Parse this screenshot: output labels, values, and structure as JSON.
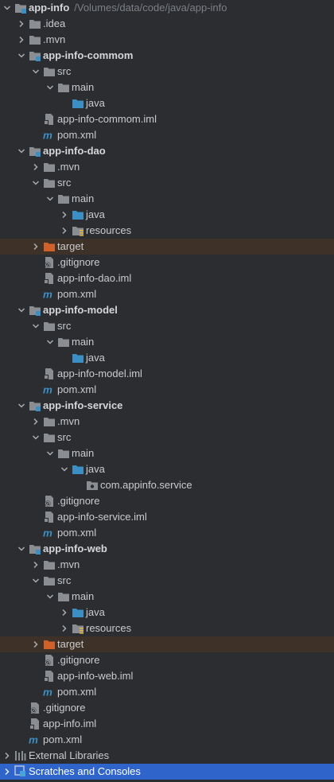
{
  "tree": [
    {
      "depth": 0,
      "arrow": "down",
      "icon": "module-folder",
      "label": "app-info",
      "path": "/Volumes/data/code/java/app-info",
      "bold": true
    },
    {
      "depth": 1,
      "arrow": "right",
      "icon": "folder",
      "label": ".idea"
    },
    {
      "depth": 1,
      "arrow": "right",
      "icon": "folder",
      "label": ".mvn"
    },
    {
      "depth": 1,
      "arrow": "down",
      "icon": "module-folder",
      "label": "app-info-commom",
      "bold": true
    },
    {
      "depth": 2,
      "arrow": "down",
      "icon": "folder",
      "label": "src"
    },
    {
      "depth": 3,
      "arrow": "down",
      "icon": "folder",
      "label": "main"
    },
    {
      "depth": 4,
      "arrow": "none",
      "icon": "source-folder",
      "label": "java"
    },
    {
      "depth": 2,
      "arrow": "none",
      "icon": "iml-file",
      "label": "app-info-commom.iml"
    },
    {
      "depth": 2,
      "arrow": "none",
      "icon": "maven-file",
      "label": "pom.xml"
    },
    {
      "depth": 1,
      "arrow": "down",
      "icon": "module-folder",
      "label": "app-info-dao",
      "bold": true
    },
    {
      "depth": 2,
      "arrow": "right",
      "icon": "folder",
      "label": ".mvn"
    },
    {
      "depth": 2,
      "arrow": "down",
      "icon": "folder",
      "label": "src"
    },
    {
      "depth": 3,
      "arrow": "down",
      "icon": "folder",
      "label": "main"
    },
    {
      "depth": 4,
      "arrow": "right",
      "icon": "source-folder",
      "label": "java"
    },
    {
      "depth": 4,
      "arrow": "right",
      "icon": "resources-folder",
      "label": "resources"
    },
    {
      "depth": 2,
      "arrow": "right",
      "icon": "excluded-folder",
      "label": "target",
      "highlight": "target"
    },
    {
      "depth": 2,
      "arrow": "none",
      "icon": "gitignore-file",
      "label": ".gitignore"
    },
    {
      "depth": 2,
      "arrow": "none",
      "icon": "iml-file",
      "label": "app-info-dao.iml"
    },
    {
      "depth": 2,
      "arrow": "none",
      "icon": "maven-file",
      "label": "pom.xml"
    },
    {
      "depth": 1,
      "arrow": "down",
      "icon": "module-folder",
      "label": "app-info-model",
      "bold": true
    },
    {
      "depth": 2,
      "arrow": "down",
      "icon": "folder",
      "label": "src"
    },
    {
      "depth": 3,
      "arrow": "down",
      "icon": "folder",
      "label": "main"
    },
    {
      "depth": 4,
      "arrow": "none",
      "icon": "source-folder",
      "label": "java"
    },
    {
      "depth": 2,
      "arrow": "none",
      "icon": "iml-file",
      "label": "app-info-model.iml"
    },
    {
      "depth": 2,
      "arrow": "none",
      "icon": "maven-file",
      "label": "pom.xml"
    },
    {
      "depth": 1,
      "arrow": "down",
      "icon": "module-folder",
      "label": "app-info-service",
      "bold": true
    },
    {
      "depth": 2,
      "arrow": "right",
      "icon": "folder",
      "label": ".mvn"
    },
    {
      "depth": 2,
      "arrow": "down",
      "icon": "folder",
      "label": "src"
    },
    {
      "depth": 3,
      "arrow": "down",
      "icon": "folder",
      "label": "main"
    },
    {
      "depth": 4,
      "arrow": "down",
      "icon": "source-folder",
      "label": "java"
    },
    {
      "depth": 5,
      "arrow": "none",
      "icon": "package-folder",
      "label": "com.appinfo.service"
    },
    {
      "depth": 2,
      "arrow": "none",
      "icon": "gitignore-file",
      "label": ".gitignore"
    },
    {
      "depth": 2,
      "arrow": "none",
      "icon": "iml-file",
      "label": "app-info-service.iml"
    },
    {
      "depth": 2,
      "arrow": "none",
      "icon": "maven-file",
      "label": "pom.xml"
    },
    {
      "depth": 1,
      "arrow": "down",
      "icon": "module-folder",
      "label": "app-info-web",
      "bold": true
    },
    {
      "depth": 2,
      "arrow": "right",
      "icon": "folder",
      "label": ".mvn"
    },
    {
      "depth": 2,
      "arrow": "down",
      "icon": "folder",
      "label": "src"
    },
    {
      "depth": 3,
      "arrow": "down",
      "icon": "folder",
      "label": "main"
    },
    {
      "depth": 4,
      "arrow": "right",
      "icon": "source-folder",
      "label": "java"
    },
    {
      "depth": 4,
      "arrow": "right",
      "icon": "resources-folder",
      "label": "resources"
    },
    {
      "depth": 2,
      "arrow": "right",
      "icon": "excluded-folder",
      "label": "target",
      "highlight": "target"
    },
    {
      "depth": 2,
      "arrow": "none",
      "icon": "gitignore-file",
      "label": ".gitignore"
    },
    {
      "depth": 2,
      "arrow": "none",
      "icon": "iml-file",
      "label": "app-info-web.iml"
    },
    {
      "depth": 2,
      "arrow": "none",
      "icon": "maven-file",
      "label": "pom.xml"
    },
    {
      "depth": 1,
      "arrow": "none",
      "icon": "gitignore-file",
      "label": ".gitignore"
    },
    {
      "depth": 1,
      "arrow": "none",
      "icon": "iml-file",
      "label": "app-info.iml"
    },
    {
      "depth": 1,
      "arrow": "none",
      "icon": "maven-file",
      "label": "pom.xml"
    },
    {
      "depth": 0,
      "arrow": "right",
      "icon": "libraries-icon",
      "label": "External Libraries"
    },
    {
      "depth": 0,
      "arrow": "right",
      "icon": "scratches-icon",
      "label": "Scratches and Consoles",
      "highlight": "selected"
    }
  ],
  "colors": {
    "background": "#2b2d30",
    "text": "#c9cbcf",
    "path_text": "#7b7f86",
    "folder": "#8a8d91",
    "source_folder": "#3b8fc4",
    "excluded_folder": "#d0612a",
    "maven": "#3b8fc4",
    "target_row": "#3e3127",
    "selected_row": "#2f65ca"
  }
}
